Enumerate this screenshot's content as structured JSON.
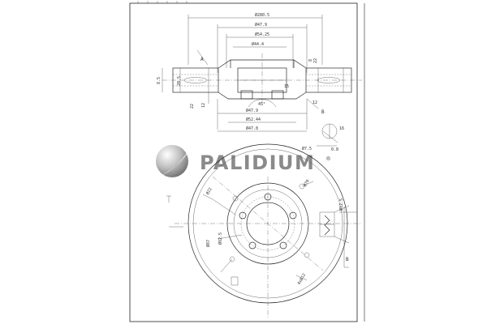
{
  "brand": {
    "name": "PALIDIUM",
    "registered_mark": "®"
  },
  "section_view": {
    "dims_top": [
      "Ø280.5",
      "Ø47.9",
      "Ø54.25",
      "Ø44.4"
    ],
    "dims_bottom": [
      "Ø47.9",
      "Ø52.44",
      "Ø47.8"
    ],
    "dims_left": [
      "8.5",
      "20.5",
      "12",
      "22"
    ],
    "dims_right": [
      "22",
      "8",
      "12",
      "15"
    ],
    "angle": "45°",
    "arrows": [
      "A",
      "B"
    ]
  },
  "front_view": {
    "dims": [
      "Ø22",
      "Ø70",
      "Ø87",
      "Ø92.5",
      "Ø12.5",
      "4xØ12",
      "B"
    ],
    "detail_dims": [
      "16",
      "0.8",
      "Ø7.5"
    ]
  },
  "colors": {
    "line": "#2a2a2a",
    "logo_grey": "#8a8a8a"
  }
}
